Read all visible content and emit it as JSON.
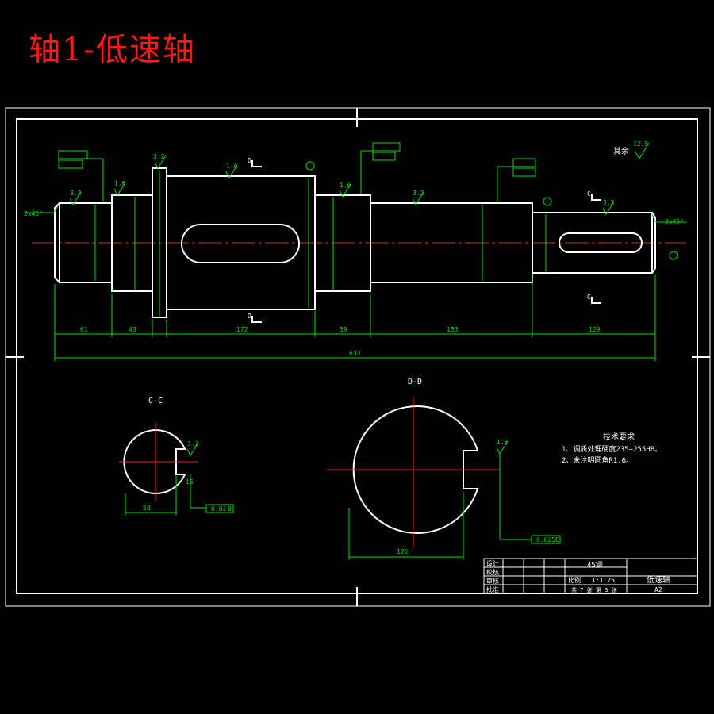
{
  "title": "轴1-低速轴",
  "drawing": {
    "surface_finish_note": {
      "label": "其余",
      "value": "12.5"
    },
    "chamfer_labels": [
      "2x45°",
      "2x45°"
    ],
    "dimensions": [
      "61",
      "43",
      "172",
      "59",
      "153",
      "129",
      "633"
    ],
    "section_marks": [
      "C",
      "C",
      "D",
      "D"
    ],
    "views": {
      "left": "C-C",
      "right": "D-D"
    },
    "roughness": [
      "3.2",
      "1.6",
      "3.2",
      "1.6",
      "1.6",
      "3.2",
      "3.2",
      "3.2",
      "1.6"
    ],
    "cc_dims": [
      "58",
      "16",
      "0.02",
      "B"
    ],
    "dd_dims": [
      "126",
      "0.025",
      "E"
    ],
    "tech_requirements": {
      "heading": "技术要求",
      "items": [
        "1、调质处理硬度235—255HB。",
        "2、未注明圆角R1.6。"
      ]
    }
  },
  "title_block": {
    "rows": [
      "设计",
      "校核",
      "审核",
      "批准"
    ],
    "material": "45钢",
    "scale_label": "比例",
    "scale": "1:1.25",
    "part_name": "低速轴",
    "sheet": "共 7 张 第 3 张",
    "sheet_size": "A2"
  }
}
